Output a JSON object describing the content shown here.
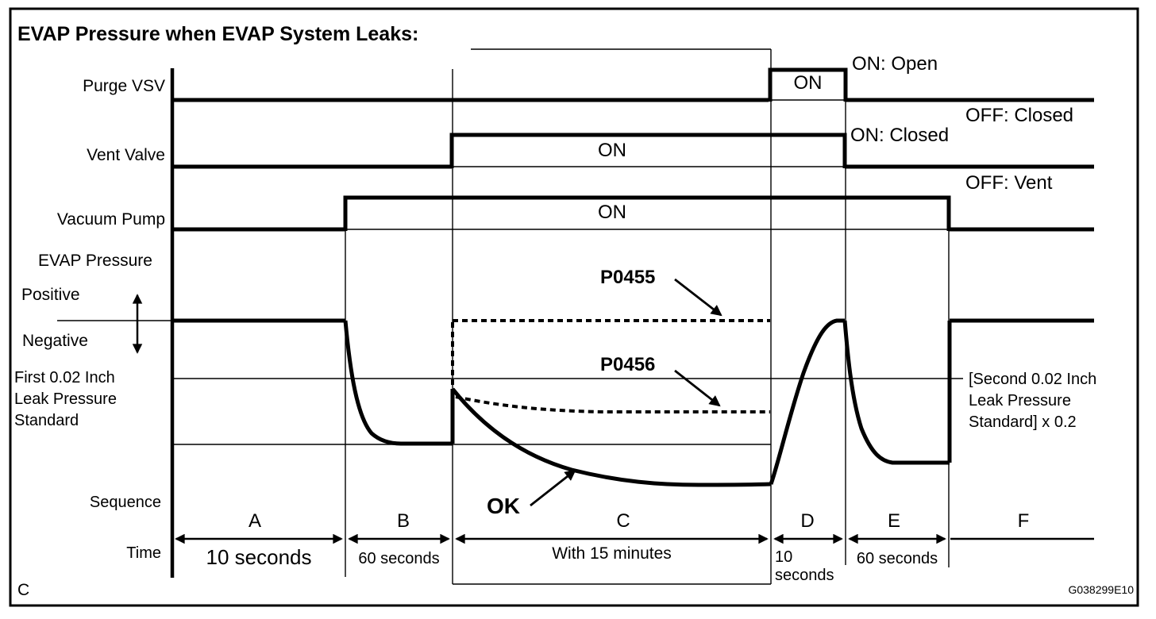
{
  "title": "EVAP Pressure when EVAP System Leaks:",
  "corner_label": "C",
  "figure_code": "G038299E10",
  "line_color": "#000000",
  "background_color": "#ffffff",
  "signals": {
    "purge_vsv": {
      "label": "Purge VSV",
      "pulse_label": "ON",
      "legend_on": "ON: Open",
      "legend_off": "OFF: Closed"
    },
    "vent_valve": {
      "label": "Vent Valve",
      "pulse_label": "ON",
      "legend_on": "ON: Closed",
      "legend_off": "OFF: Vent"
    },
    "vacuum_pump": {
      "label": "Vacuum Pump",
      "pulse_label": "ON"
    }
  },
  "pressure": {
    "label": "EVAP Pressure",
    "positive": "Positive",
    "negative": "Negative",
    "first_standard": [
      "First 0.02 Inch",
      "Leak Pressure",
      "Standard"
    ],
    "second_standard": [
      "[Second 0.02 Inch",
      "Leak Pressure",
      "Standard] x 0.2"
    ],
    "dtc_p0455": "P0455",
    "dtc_p0456": "P0456",
    "ok_label": "OK"
  },
  "sequence": {
    "label": "Sequence",
    "time_label": "Time",
    "sections": [
      {
        "id": "A",
        "time": "10 seconds"
      },
      {
        "id": "B",
        "time": "60 seconds"
      },
      {
        "id": "C",
        "time": "With 15 minutes"
      },
      {
        "id": "D",
        "time": "10 seconds"
      },
      {
        "id": "E",
        "time": "60 seconds"
      },
      {
        "id": "F",
        "time": ""
      }
    ]
  }
}
